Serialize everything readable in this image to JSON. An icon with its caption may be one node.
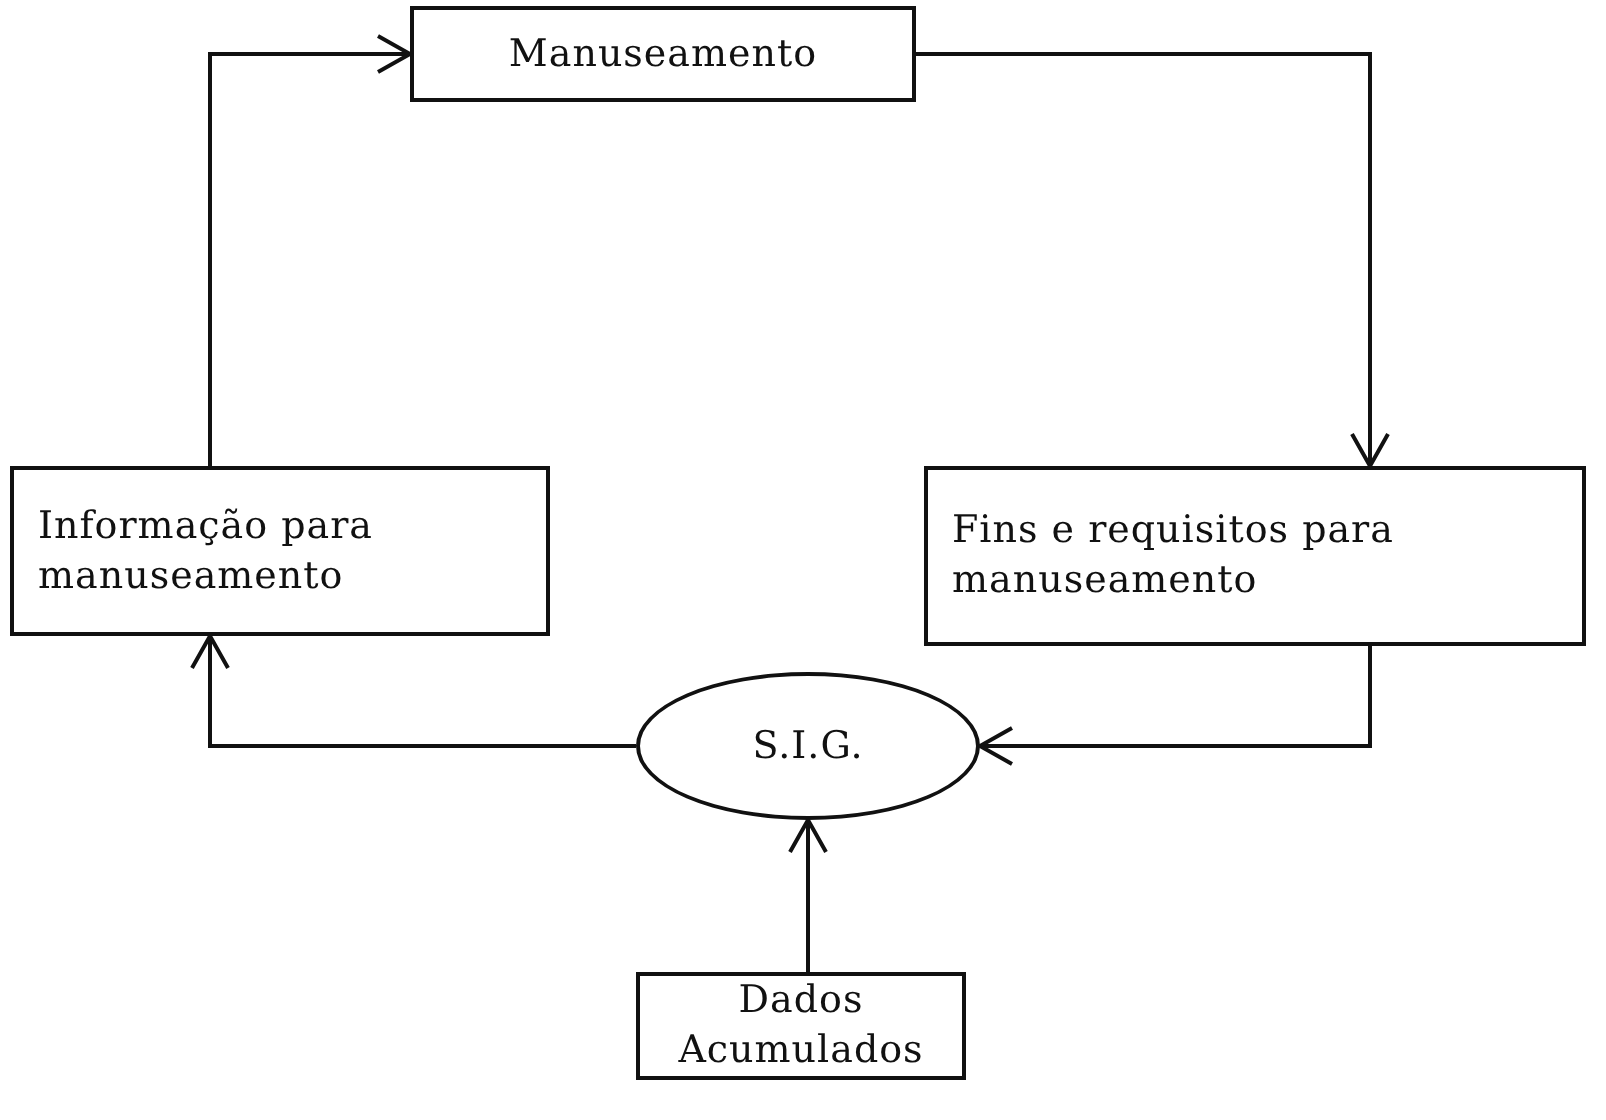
{
  "diagram": {
    "nodes": [
      {
        "text": [
          "Manuseamento"
        ]
      },
      {
        "text": [
          "Fins e requisitos para manuseamento"
        ]
      },
      {
        "text": [
          "S.I.G."
        ]
      },
      {
        "text": [
          "Informação para manuseamento"
        ]
      },
      {
        "text": [
          "Dados Acumulados"
        ]
      }
    ],
    "edges": [
      {
        "from": 0,
        "to": 1,
        "arrow": "to"
      },
      {
        "from": 1,
        "to": 2,
        "arrow": "to"
      },
      {
        "from": 2,
        "to": 3,
        "arrow": "to"
      },
      {
        "from": 3,
        "to": 0,
        "arrow": "to"
      },
      {
        "from": 4,
        "to": 2,
        "arrow": "to"
      }
    ]
  }
}
